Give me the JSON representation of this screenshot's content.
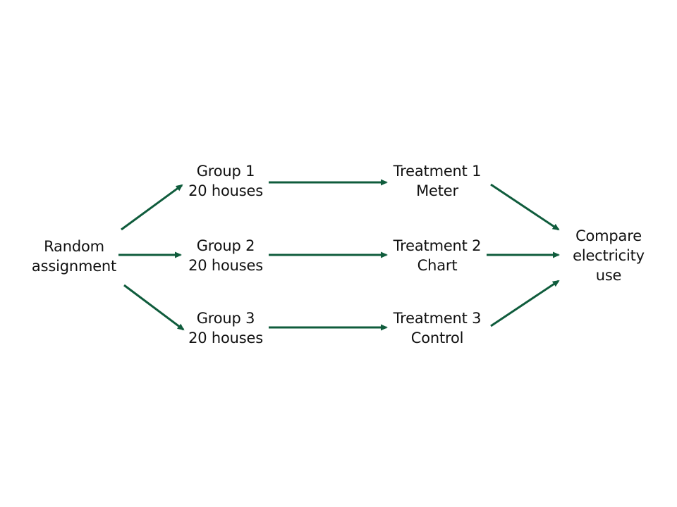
{
  "colors": {
    "arrow": "#0f5c3c",
    "text": "#111111",
    "background": "#ffffff"
  },
  "nodes": {
    "random": {
      "line1": "Random",
      "line2": "assignment"
    },
    "group1": {
      "line1": "Group 1",
      "line2": "20 houses"
    },
    "group2": {
      "line1": "Group 2",
      "line2": "20 houses"
    },
    "group3": {
      "line1": "Group 3",
      "line2": "20 houses"
    },
    "treatment1": {
      "line1": "Treatment 1",
      "line2": "Meter"
    },
    "treatment2": {
      "line1": "Treatment 2",
      "line2": "Chart"
    },
    "treatment3": {
      "line1": "Treatment 3",
      "line2": "Control"
    },
    "compare": {
      "line1": "Compare",
      "line2": "electricity",
      "line3": "use"
    }
  },
  "edges": [
    {
      "from": "random",
      "to": "group1"
    },
    {
      "from": "random",
      "to": "group2"
    },
    {
      "from": "random",
      "to": "group3"
    },
    {
      "from": "group1",
      "to": "treatment1"
    },
    {
      "from": "group2",
      "to": "treatment2"
    },
    {
      "from": "group3",
      "to": "treatment3"
    },
    {
      "from": "treatment1",
      "to": "compare"
    },
    {
      "from": "treatment2",
      "to": "compare"
    },
    {
      "from": "treatment3",
      "to": "compare"
    }
  ]
}
